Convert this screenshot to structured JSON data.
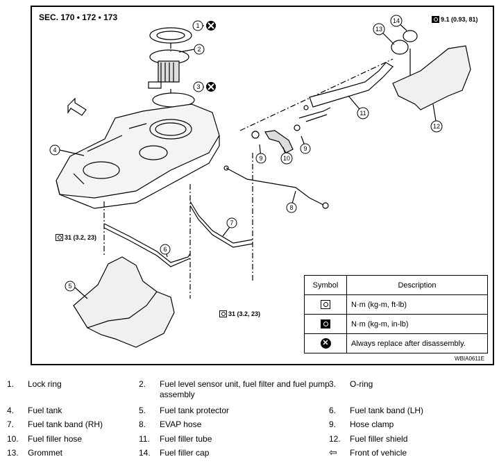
{
  "section_label": "SEC. 170 • 172 • 173",
  "figure_code": "WBIA0611E",
  "torque_labels": {
    "cap": "9.1 (0.93, 81)",
    "band_left": "31 (3.2, 23)",
    "band_bottom": "31 (3.2, 23)"
  },
  "callouts": [
    "1",
    "2",
    "3",
    "4",
    "5",
    "6",
    "7",
    "8",
    "9",
    "9",
    "10",
    "11",
    "12",
    "13",
    "14"
  ],
  "symbol_table": {
    "header_symbol": "Symbol",
    "header_description": "Description",
    "rows": [
      {
        "icon": "torque-icon",
        "description": "N·m (kg-m, ft-lb)"
      },
      {
        "icon": "torque-inlb-icon",
        "description": "N·m (kg-m, in-lb)"
      },
      {
        "icon": "replace-x-icon",
        "description": "Always replace after disassembly."
      }
    ]
  },
  "legend": [
    {
      "num": "1.",
      "text": "Lock ring"
    },
    {
      "num": "2.",
      "text": "Fuel level sensor unit, fuel filter and fuel pump assembly"
    },
    {
      "num": "3.",
      "text": "O-ring"
    },
    {
      "num": "4.",
      "text": "Fuel tank"
    },
    {
      "num": "5.",
      "text": "Fuel tank protector"
    },
    {
      "num": "6.",
      "text": "Fuel tank band (LH)"
    },
    {
      "num": "7.",
      "text": "Fuel tank band (RH)"
    },
    {
      "num": "8.",
      "text": "EVAP hose"
    },
    {
      "num": "9.",
      "text": "Hose clamp"
    },
    {
      "num": "10.",
      "text": "Fuel filler hose"
    },
    {
      "num": "11.",
      "text": "Fuel filler tube"
    },
    {
      "num": "12.",
      "text": "Fuel filler shield"
    },
    {
      "num": "13.",
      "text": "Grommet"
    },
    {
      "num": "14.",
      "text": "Fuel filler cap"
    },
    {
      "num": "",
      "text": "Front of vehicle",
      "icon": "front-arrow-icon"
    }
  ]
}
